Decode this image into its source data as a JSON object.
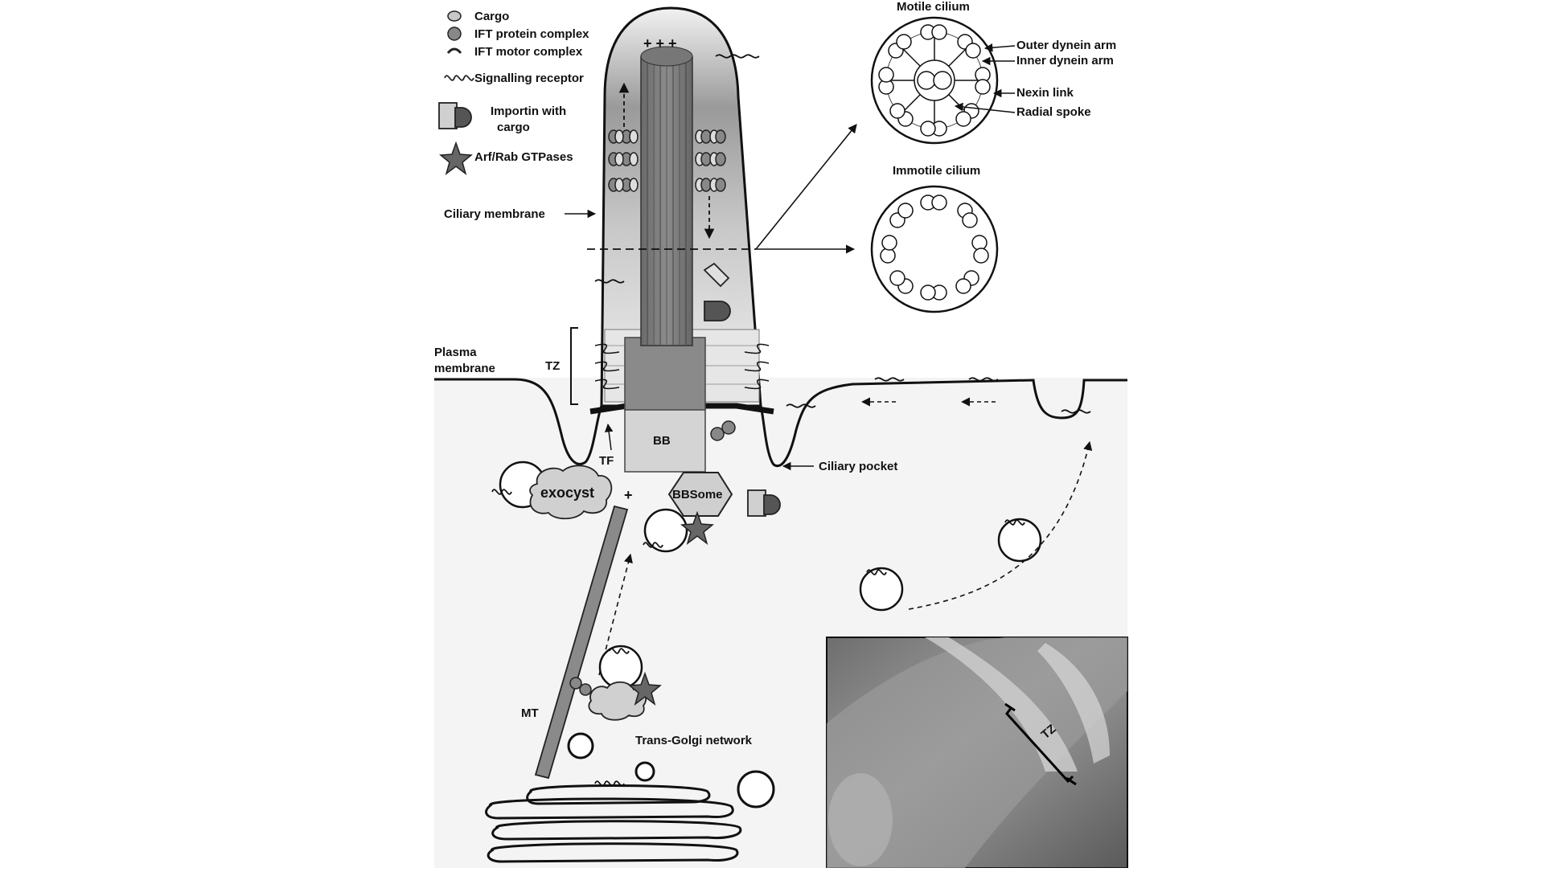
{
  "legend": {
    "cargo": "Cargo",
    "ift_protein": "IFT protein complex",
    "ift_motor": "IFT motor complex",
    "signalling_receptor": "Signalling receptor",
    "importin_line1": "Importin with",
    "importin_line2": "cargo",
    "gtpases": "Arf/Rab GTPases"
  },
  "labels": {
    "ciliary_membrane": "Ciliary membrane",
    "plasma_membrane_line1": "Plasma",
    "plasma_membrane_line2": "membrane",
    "tz": "TZ",
    "tf": "TF",
    "bb": "BB",
    "ciliary_pocket": "Ciliary pocket",
    "exocyst": "exocyst",
    "bbsome": "BBSome",
    "mt": "MT",
    "trans_golgi": "Trans-Golgi network",
    "plus_sign": "+",
    "tip_plus": "+ + +"
  },
  "motile": {
    "title": "Motile cilium",
    "outer_dynein": "Outer dynein arm",
    "inner_dynein": "Inner dynein arm",
    "nexin": "Nexin link",
    "radial_spoke": "Radial spoke"
  },
  "immotile": {
    "title": "Immotile cilium"
  },
  "micrograph": {
    "tz_label": "TZ"
  },
  "colors": {
    "background": "#ffffff",
    "cell": "#f4f4f4",
    "cilium_dark": "#5a5a5a",
    "cilium_light": "#e8e8e8",
    "axoneme": "#7a7a7a",
    "micrograph": "#8a8a8a"
  }
}
